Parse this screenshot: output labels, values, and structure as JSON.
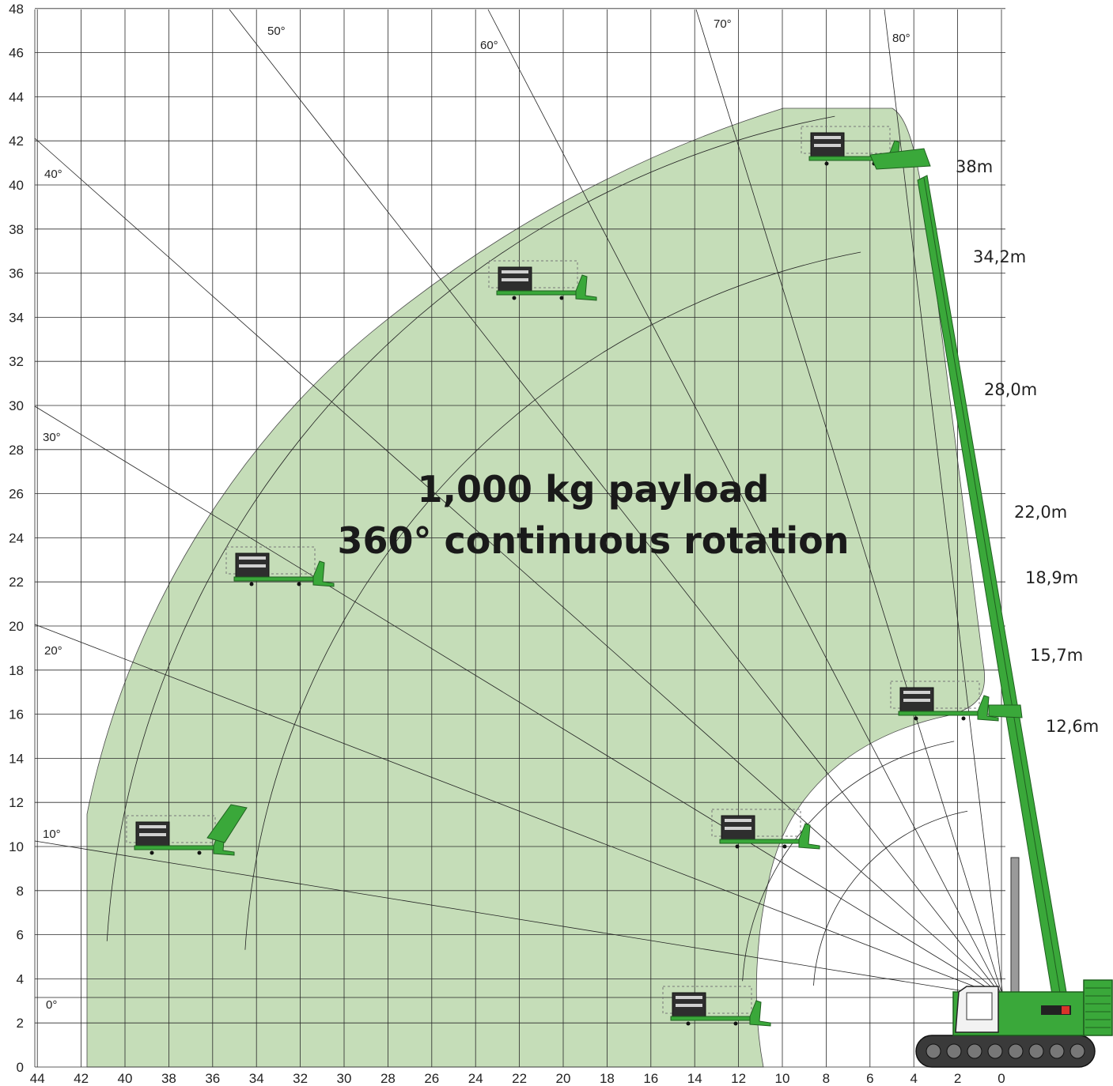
{
  "diagram": {
    "headline_line1": "1,000 kg payload",
    "headline_line2": "360° continuous rotation",
    "y_axis_ticks": [
      "0",
      "2",
      "4",
      "6",
      "8",
      "10",
      "12",
      "14",
      "16",
      "18",
      "20",
      "22",
      "24",
      "26",
      "28",
      "30",
      "32",
      "34",
      "36",
      "38",
      "40",
      "42",
      "44",
      "46",
      "48"
    ],
    "x_axis_ticks": [
      "44",
      "42",
      "40",
      "38",
      "36",
      "34",
      "32",
      "30",
      "28",
      "26",
      "24",
      "22",
      "20",
      "18",
      "16",
      "14",
      "12",
      "10",
      "8",
      "6",
      "4",
      "2",
      "0"
    ],
    "angle_labels": [
      "0°",
      "10°",
      "20°",
      "30°",
      "40°",
      "50°",
      "60°",
      "70°",
      "80°"
    ],
    "boom_lengths": [
      "38m",
      "34,2m",
      "28,0m",
      "22,0m",
      "18,9m",
      "15,7m",
      "12,6m"
    ],
    "colors": {
      "envelope_fill": "#c5ddb8",
      "machine_green": "#3aa83a",
      "grid": "#2a2a2a",
      "text": "#222222"
    },
    "icons": [
      "work-platform-icon",
      "crawler-machine-icon"
    ]
  }
}
